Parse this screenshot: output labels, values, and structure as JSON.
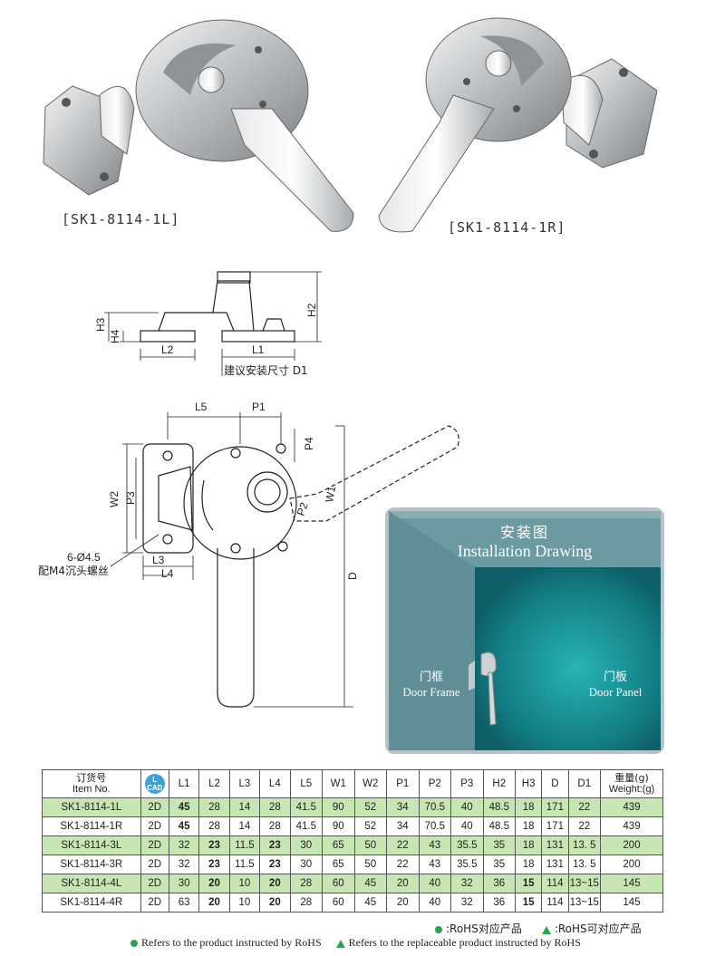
{
  "products": [
    {
      "model": "[SK1-8114-1L]"
    },
    {
      "model": "[SK1-8114-1R]"
    }
  ],
  "side_view": {
    "labels": [
      "H2",
      "H3",
      "H4",
      "L2",
      "L1"
    ],
    "note": "建议安装尺寸 D1"
  },
  "front_view": {
    "labels": [
      "L5",
      "P1",
      "P4",
      "W2",
      "P3",
      "P2",
      "W1",
      "L3",
      "L4",
      "D"
    ],
    "hole_note_1": "6-Ø4.5",
    "hole_note_2": "配M4沉头螺丝"
  },
  "installation": {
    "title_cn": "安装图",
    "title_en": "Installation Drawing",
    "frame_cn": "门框",
    "frame_en": "Door Frame",
    "panel_cn": "门板",
    "panel_en": "Door Panel"
  },
  "table": {
    "item_cn": "订货号",
    "item_en": "Item No.",
    "cad_icon": "cad-icon",
    "columns": [
      "L1",
      "L2",
      "L3",
      "L4",
      "L5",
      "W1",
      "W2",
      "P1",
      "P2",
      "P3",
      "H2",
      "H3",
      "D",
      "D1"
    ],
    "weight_cn": "重量(g)",
    "weight_en": "Weight:(g)",
    "rows": [
      {
        "item": "SK1-8114-1L",
        "cad": "2D",
        "values": [
          "45",
          "28",
          "14",
          "28",
          "41.5",
          "90",
          "52",
          "34",
          "70.5",
          "40",
          "48.5",
          "18",
          "171",
          "22"
        ],
        "weight": "439",
        "bold": [
          0
        ]
      },
      {
        "item": "SK1-8114-1R",
        "cad": "2D",
        "values": [
          "45",
          "28",
          "14",
          "28",
          "41.5",
          "90",
          "52",
          "34",
          "70.5",
          "40",
          "48.5",
          "18",
          "171",
          "22"
        ],
        "weight": "439",
        "bold": [
          0
        ]
      },
      {
        "item": "SK1-8114-3L",
        "cad": "2D",
        "values": [
          "32",
          "23",
          "11.5",
          "23",
          "30",
          "65",
          "50",
          "22",
          "43",
          "35.5",
          "35",
          "18",
          "131",
          "13. 5"
        ],
        "weight": "200",
        "bold": [
          1,
          3
        ]
      },
      {
        "item": "SK1-8114-3R",
        "cad": "2D",
        "values": [
          "32",
          "23",
          "11.5",
          "23",
          "30",
          "65",
          "50",
          "22",
          "43",
          "35.5",
          "35",
          "18",
          "131",
          "13. 5"
        ],
        "weight": "200",
        "bold": [
          1,
          3
        ]
      },
      {
        "item": "SK1-8114-4L",
        "cad": "2D",
        "values": [
          "30",
          "20",
          "10",
          "20",
          "28",
          "60",
          "45",
          "20",
          "40",
          "32",
          "36",
          "15",
          "114",
          "13~15"
        ],
        "weight": "145",
        "bold": [
          1,
          3,
          11
        ]
      },
      {
        "item": "SK1-8114-4R",
        "cad": "2D",
        "values": [
          "63",
          "20",
          "10",
          "20",
          "28",
          "60",
          "45",
          "20",
          "40",
          "32",
          "36",
          "15",
          "114",
          "13~15"
        ],
        "weight": "145",
        "bold": [
          1,
          3,
          11
        ]
      }
    ]
  },
  "legend": {
    "rohs_cn": ":RoHS对应产品",
    "rohs_alt_cn": ":RoHS可对应产品",
    "rohs_en": "Refers to the product instructed by RoHS",
    "rohs_alt_en": "Refers to the replaceable product instructed by RoHS"
  },
  "colors": {
    "green_row": "#c8e6b4",
    "rohs_green": "#2aa34a",
    "install_teal": "#1a8a8e"
  }
}
